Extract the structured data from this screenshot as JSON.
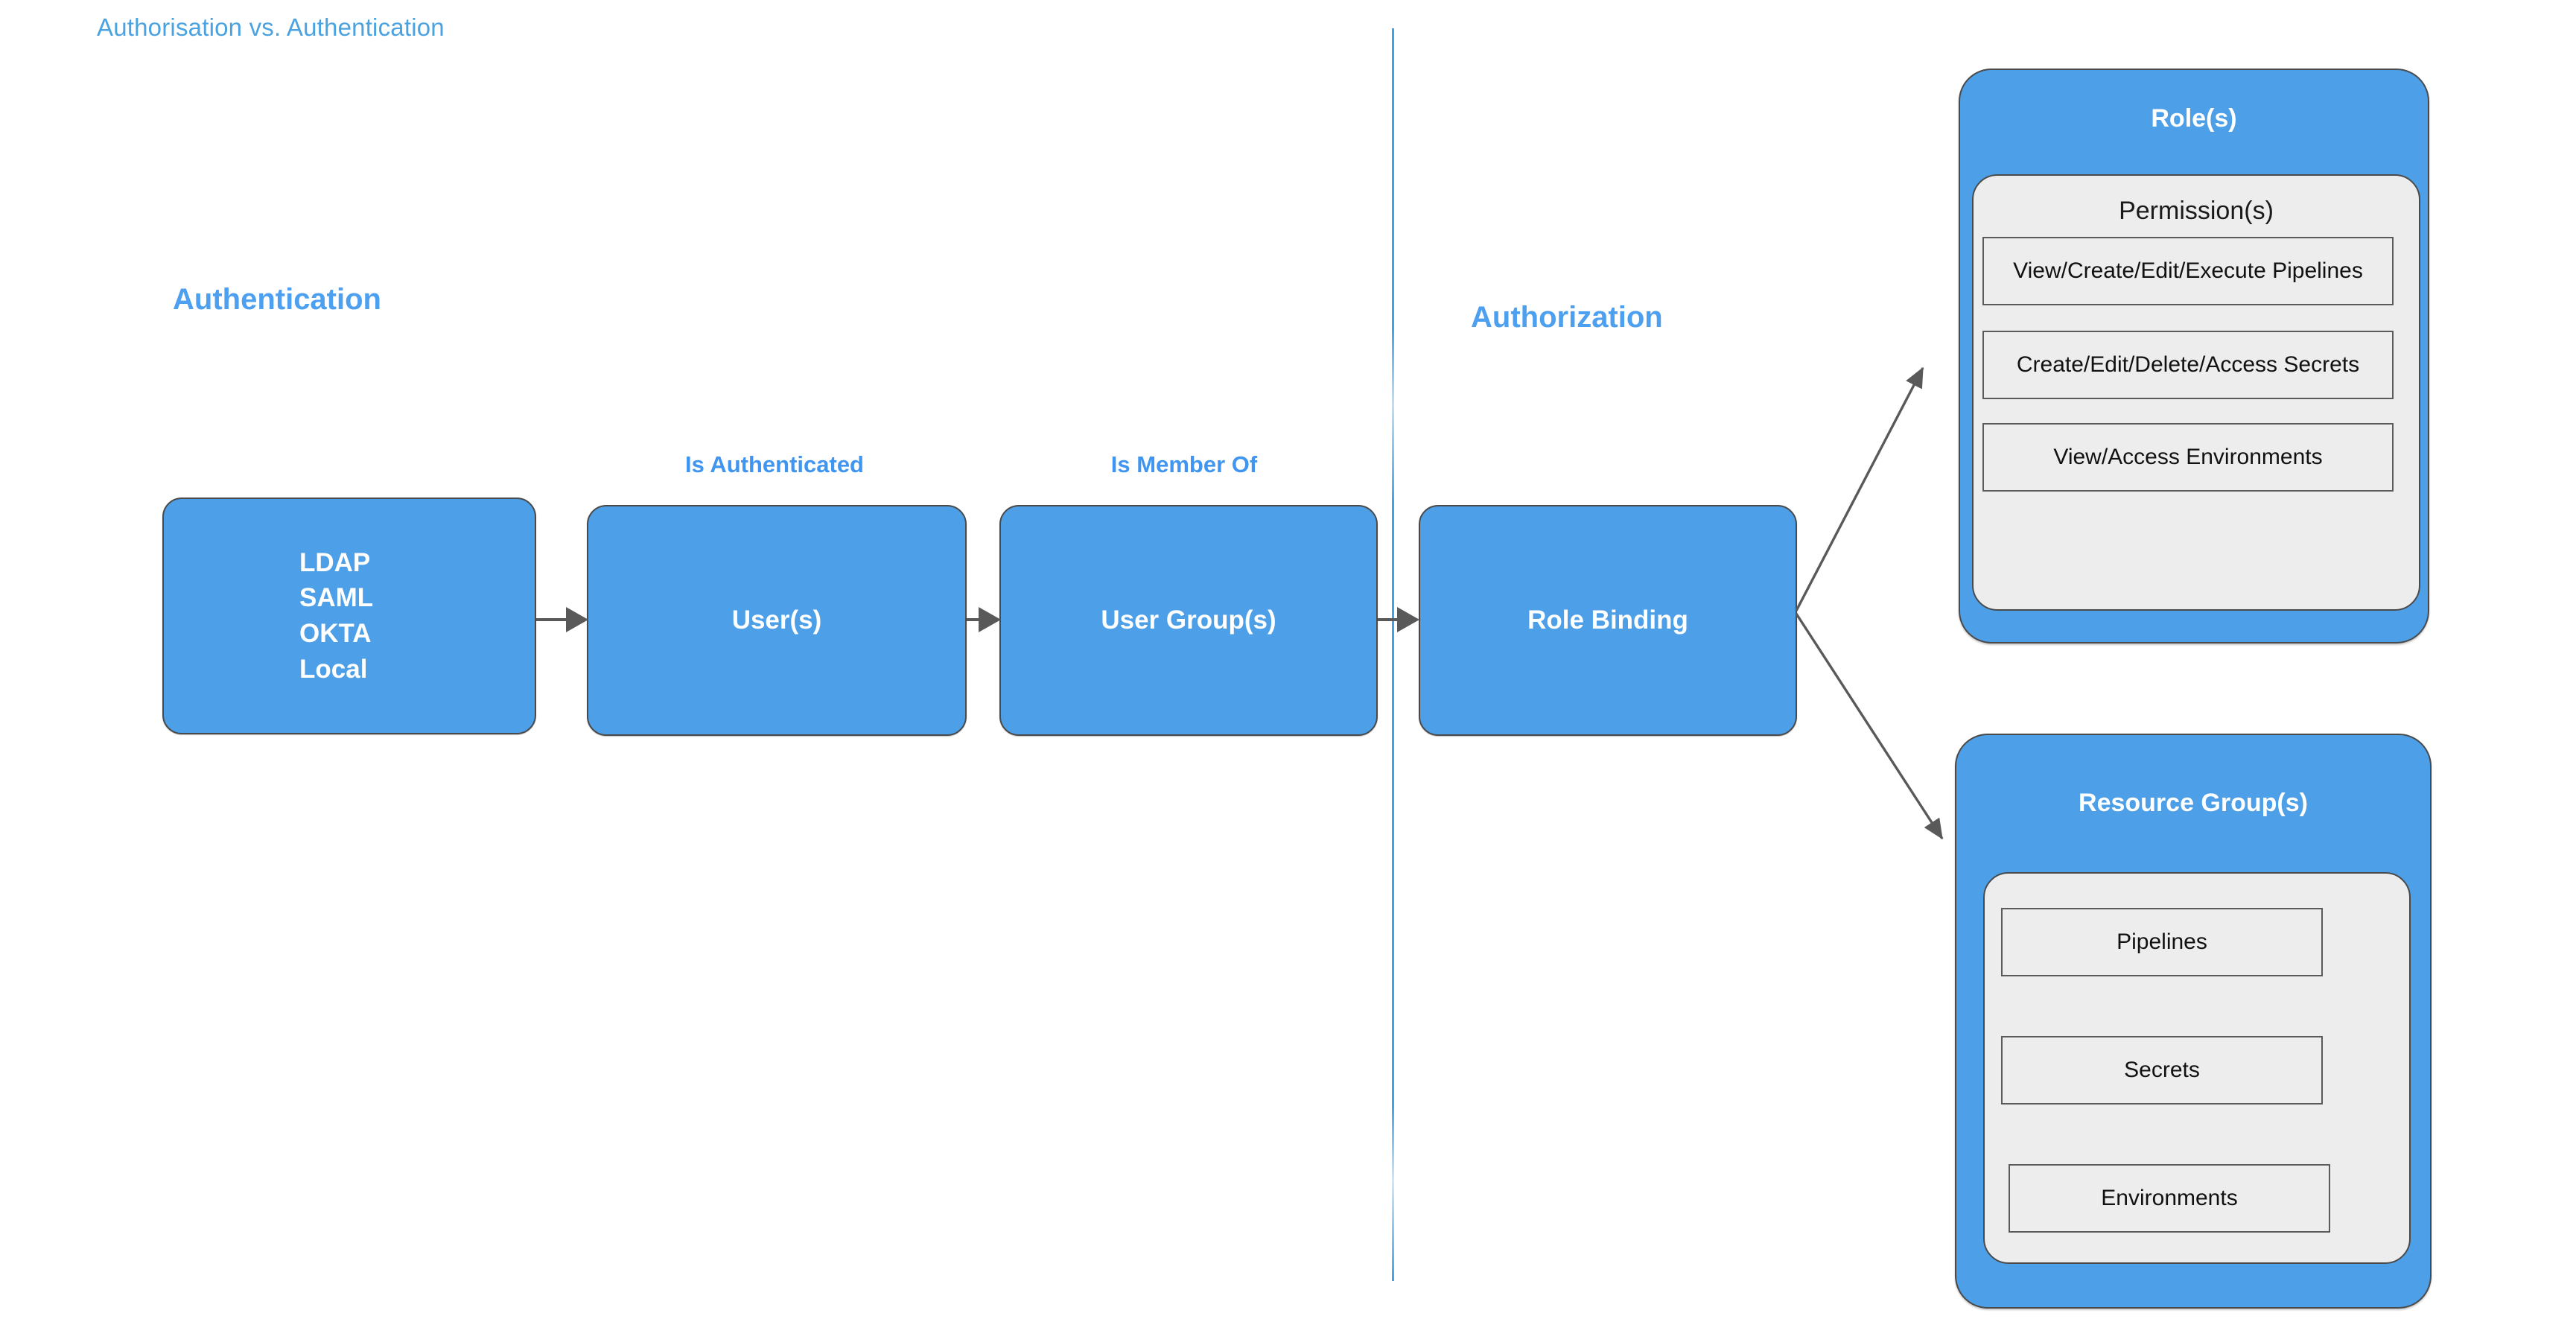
{
  "title": "Authorisation vs. Authentication",
  "colors": {
    "accent_blue": "#4d9fe8",
    "title_blue": "#4aa3e0",
    "heading_blue": "#4d9ff0",
    "panel_gray": "#ededed",
    "stroke_gray": "#4a4a4a",
    "arrow_gray": "#595959"
  },
  "sections": {
    "authentication_label": "Authentication",
    "authorization_label": "Authorization"
  },
  "flow": {
    "boxes": [
      {
        "id": "idp",
        "label": "LDAP\nSAML\nOKTA\nLocal"
      },
      {
        "id": "users",
        "label": "User(s)"
      },
      {
        "id": "user_groups",
        "label": "User Group(s)"
      },
      {
        "id": "role_binding",
        "label": "Role Binding"
      }
    ],
    "edge_captions": [
      {
        "id": "is_authenticated",
        "label": "Is Authenticated"
      },
      {
        "id": "is_member_of",
        "label": "Is Member Of"
      }
    ]
  },
  "panels": {
    "roles": {
      "title": "Role(s)",
      "inner_title": "Permission(s)",
      "items": [
        "View/Create/Edit/Execute Pipelines",
        "Create/Edit/Delete/Access Secrets",
        "View/Access Environments"
      ]
    },
    "resource_groups": {
      "title": "Resource Group(s)",
      "items": [
        "Pipelines",
        "Secrets",
        "Environments"
      ]
    }
  }
}
